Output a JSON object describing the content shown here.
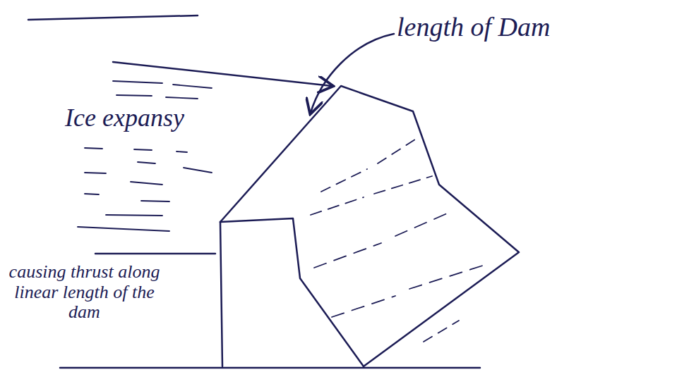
{
  "diagram": {
    "labels": [
      "length of Dam",
      "Ice expansy",
      "causing thrust along linear length of the dam"
    ]
  }
}
